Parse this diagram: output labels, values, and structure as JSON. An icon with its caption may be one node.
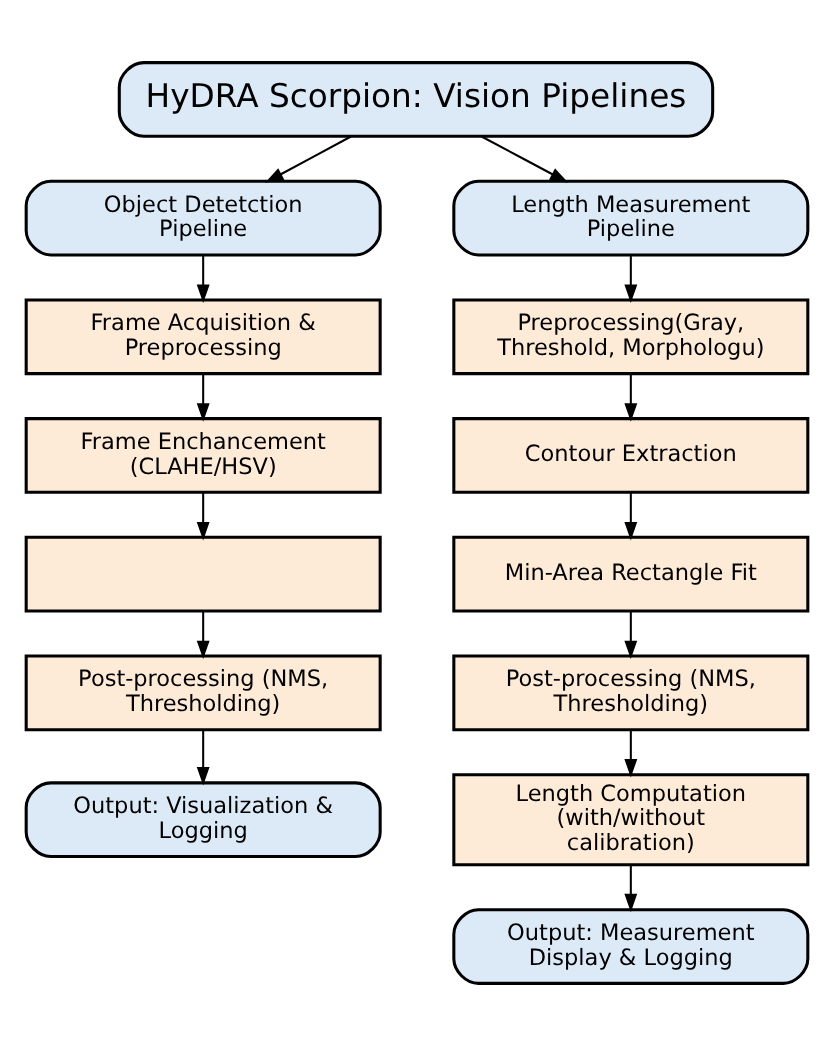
{
  "diagram": {
    "nodes": [
      {
        "text": [
          "HyDRA Scorpion: Vision Pipelines"
        ]
      },
      {
        "text": [
          "Object Detetction Pipeline"
        ]
      },
      {
        "text": [
          "Frame Acquisition & Preprocessing"
        ]
      },
      {
        "text": [
          "Frame Enchancement (CLAHE/HSV)"
        ]
      },
      {
        "text": [],
        "shape": "box"
      },
      {
        "text": [
          "Post-processing (NMS, Thresholding)"
        ]
      },
      {
        "text": [
          "Output: Visualization & Logging"
        ]
      },
      {
        "text": [
          "Length Measurement Pipeline"
        ]
      },
      {
        "text": [
          "Preprocessing(Gray, Threshold, Morphologu)"
        ]
      },
      {
        "text": [
          "Contour Extraction"
        ]
      },
      {
        "text": [
          "Min-Area Rectangle Fit"
        ]
      },
      {
        "text": [
          "Post-processing (NMS, Thresholding)"
        ]
      },
      {
        "text": [
          "Length Computation (with/without calibration)"
        ]
      },
      {
        "text": [
          "Output: Measurement Display & Logging"
        ]
      }
    ],
    "edges": [
      {
        "from": 0,
        "to": 1,
        "arrow": "to"
      },
      {
        "from": 0,
        "to": 7,
        "arrow": "to"
      },
      {
        "from": 1,
        "to": 2,
        "arrow": "to"
      },
      {
        "from": 2,
        "to": 3,
        "arrow": "to"
      },
      {
        "from": 3,
        "to": 4,
        "arrow": "to"
      },
      {
        "from": 4,
        "to": 5,
        "arrow": "to"
      },
      {
        "from": 5,
        "to": 6,
        "arrow": "to"
      },
      {
        "from": 7,
        "to": 8,
        "arrow": "to"
      },
      {
        "from": 8,
        "to": 9,
        "arrow": "to"
      },
      {
        "from": 9,
        "to": 10,
        "arrow": "to"
      },
      {
        "from": 10,
        "to": 11,
        "arrow": "to"
      },
      {
        "from": 11,
        "to": 12,
        "arrow": "to"
      },
      {
        "from": 12,
        "to": 13,
        "arrow": "to"
      }
    ]
  }
}
